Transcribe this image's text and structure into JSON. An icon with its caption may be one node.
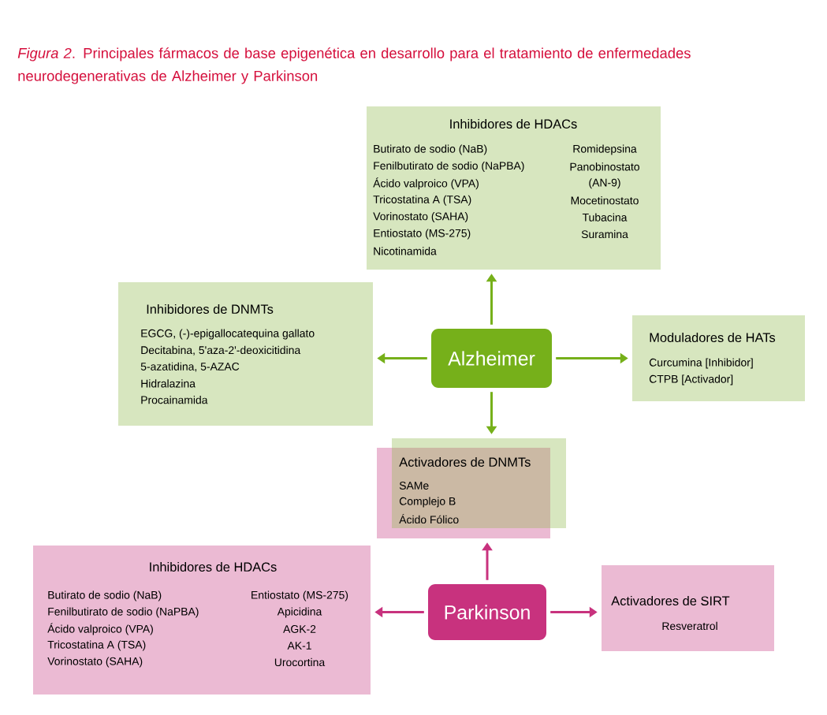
{
  "diagram": {
    "title": "*Figura 2*. Principales fármacos de base epigenética en desarrollo para el tratamiento de enfermedades neurodegenerativas de Alzheimer y Parkinson",
    "nodes": [
      {
        "text": [
          "Alzheimer"
        ]
      },
      {
        "text": [
          "Inhibidores de HDACs",
          "Butirato de sodio (NaB)",
          "Fenilbutirato de sodio (NaPBA)",
          "Ácido valproico (VPA)",
          "Tricostatina A (TSA)",
          "Vorinostato (SAHA)",
          "Entiostato (MS-275)",
          "Nicotinamida",
          "Romidepsina",
          "Panobinostato",
          "(AN-9)",
          "Mocetinostato",
          "Tubacina",
          "Suramina"
        ]
      },
      {
        "text": [
          "Inhibidores de DNMTs",
          "EGCG, (-)-epigallocatequina gallato",
          "Decitabina, 5'aza-2'-deoxicitidina",
          "5-azatidina, 5-AZAC",
          "Hidralazina",
          "Procainamida"
        ]
      },
      {
        "text": [
          "Moduladores de HATs",
          "Curcumina [Inhibidor]",
          "CTPB [Activador]"
        ]
      },
      {
        "text": [
          "Activadores de DNMTs",
          "SAMe",
          "Complejo B",
          "Ácido Fólico"
        ]
      },
      {
        "text": [
          "Parkinson"
        ]
      },
      {
        "text": [
          "Inhibidores de HDACs",
          "Butirato de sodio (NaB)",
          "Fenilbutirato de sodio (NaPBA)",
          "Ácido valproico (VPA)",
          "Tricostatina A (TSA)",
          "Vorinostato (SAHA)",
          "Entiostato (MS-275)",
          "Apicidina",
          "AGK-2",
          "AK-1",
          "Urocortina"
        ]
      },
      {
        "text": [
          "Activadores de SIRT",
          "Resveratrol"
        ]
      }
    ],
    "edges": [
      {
        "from": 0,
        "to": 1,
        "arrow": "to"
      },
      {
        "from": 0,
        "to": 2,
        "arrow": "to"
      },
      {
        "from": 0,
        "to": 3,
        "arrow": "to"
      },
      {
        "from": 0,
        "to": 4,
        "arrow": "to"
      },
      {
        "from": 5,
        "to": 4,
        "arrow": "to",
        "color": "#c8327e"
      },
      {
        "from": 5,
        "to": 6,
        "arrow": "to",
        "color": "#c8327e"
      },
      {
        "from": 5,
        "to": 7,
        "arrow": "to",
        "color": "#c8327e"
      }
    ]
  }
}
